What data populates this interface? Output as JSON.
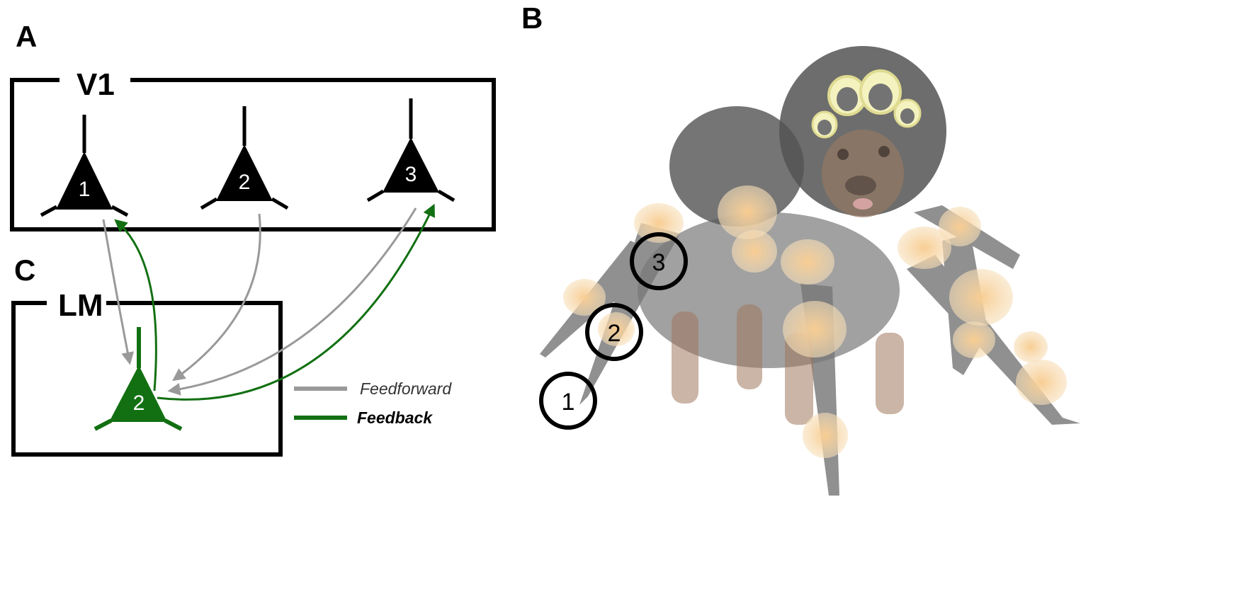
{
  "panels": {
    "a": "A",
    "b": "B",
    "c": "C"
  },
  "areas": {
    "v1": "V1",
    "lm": "LM"
  },
  "neurons": {
    "v1_1": "1",
    "v1_2": "2",
    "v1_3": "3",
    "lm_2": "2"
  },
  "legend": {
    "feedforward": "Feedforward",
    "feedback": "Feedback"
  },
  "photo_markers": {
    "m1": "1",
    "m2": "2",
    "m3": "3"
  },
  "colors": {
    "feedforward": "#999999",
    "feedback": "#127012",
    "neuron_v1": "#000000",
    "neuron_lm": "#127012"
  }
}
